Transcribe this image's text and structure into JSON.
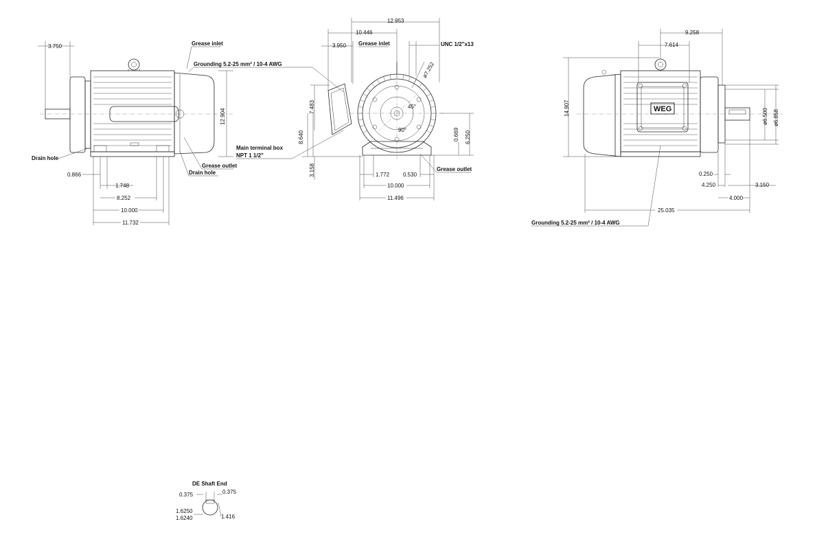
{
  "side_view": {
    "labels": {
      "grease_inlet": "Grease inlet",
      "grounding": "Grounding 5.2-25 mm² / 10-4 AWG",
      "drain_hole_left": "Drain hole",
      "grease_outlet": "Grease outlet",
      "drain_hole_right": "Drain hole",
      "main_terminal_box": "Main terminal box",
      "npt": "NPT 1 1/2\""
    },
    "dims": {
      "shaft_length": "3.750",
      "overall_height": "12.904",
      "d_0866": "0.866",
      "d_1748": "1.748",
      "d_8252": "8.252",
      "d_10000": "10.000",
      "d_11732": "11.732"
    }
  },
  "front_view": {
    "labels": {
      "grease_inlet": "Grease inlet",
      "unc": "UNC 1/2\"x13",
      "grease_outlet": "Grease outlet",
      "angle_45": "45°",
      "angle_90": "90°"
    },
    "dims": {
      "d_12953": "12.953",
      "d_10446": "10.446",
      "d_3950": "3.950",
      "dia_7252": "ø7.252",
      "d_7483": "7.483",
      "d_8640": "8.640",
      "d_3158": "3.158",
      "d_0669": "0.669",
      "d_6250": "6.250",
      "d_1772": "1.772",
      "d_0530": "0.530",
      "d_10000": "10.000",
      "d_11496": "11.496"
    }
  },
  "rear_view": {
    "labels": {
      "grounding": "Grounding 5.2-25 mm² / 10-4 AWG",
      "logo": "WEG"
    },
    "dims": {
      "d_9258": "9.258",
      "d_7614": "7.614",
      "d_14907": "14.907",
      "dia_6500": "ø6.500",
      "dia_6858": "ø6.858",
      "d_0250": "0.250",
      "d_4250": "4.250",
      "d_3150": "3.150",
      "d_4000": "4.000",
      "d_25035": "25.035"
    }
  },
  "shaft_end": {
    "title": "DE Shaft End",
    "dims": {
      "d_0375_left": "0.375",
      "d_0375_right": "0.375",
      "d_16250": "1.6250",
      "d_16240": "1.6240",
      "d_1416": "1.416"
    }
  }
}
